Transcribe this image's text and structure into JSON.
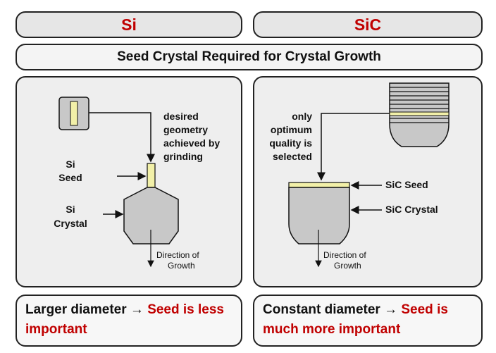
{
  "headers": {
    "left": "Si",
    "right": "SiC"
  },
  "banner": "Seed Crystal Required for Crystal Growth",
  "si_panel": {
    "desired_lines": [
      "desired",
      "geometry",
      "achieved by",
      "grinding"
    ],
    "seed_lines": [
      "Si",
      "Seed"
    ],
    "crystal_lines": [
      "Si",
      "Crystal"
    ],
    "direction_lines": [
      "Direction of",
      "Growth"
    ]
  },
  "sic_panel": {
    "optimum_lines": [
      "only",
      "optimum",
      "quality is",
      "selected"
    ],
    "seed_label": "SiC Seed",
    "crystal_label": "SiC Crystal",
    "direction_lines": [
      "Direction of",
      "Growth"
    ]
  },
  "footer": {
    "left_black": "Larger diameter",
    "left_arrow": "→",
    "left_red": "Seed is less important",
    "right_black": "Constant diameter",
    "right_arrow": "→",
    "right_red": "Seed is much more important"
  },
  "colors": {
    "red": "#c00000",
    "seed_yellow": "#f2f0a8",
    "crystal_gray": "#c8c8c8"
  }
}
